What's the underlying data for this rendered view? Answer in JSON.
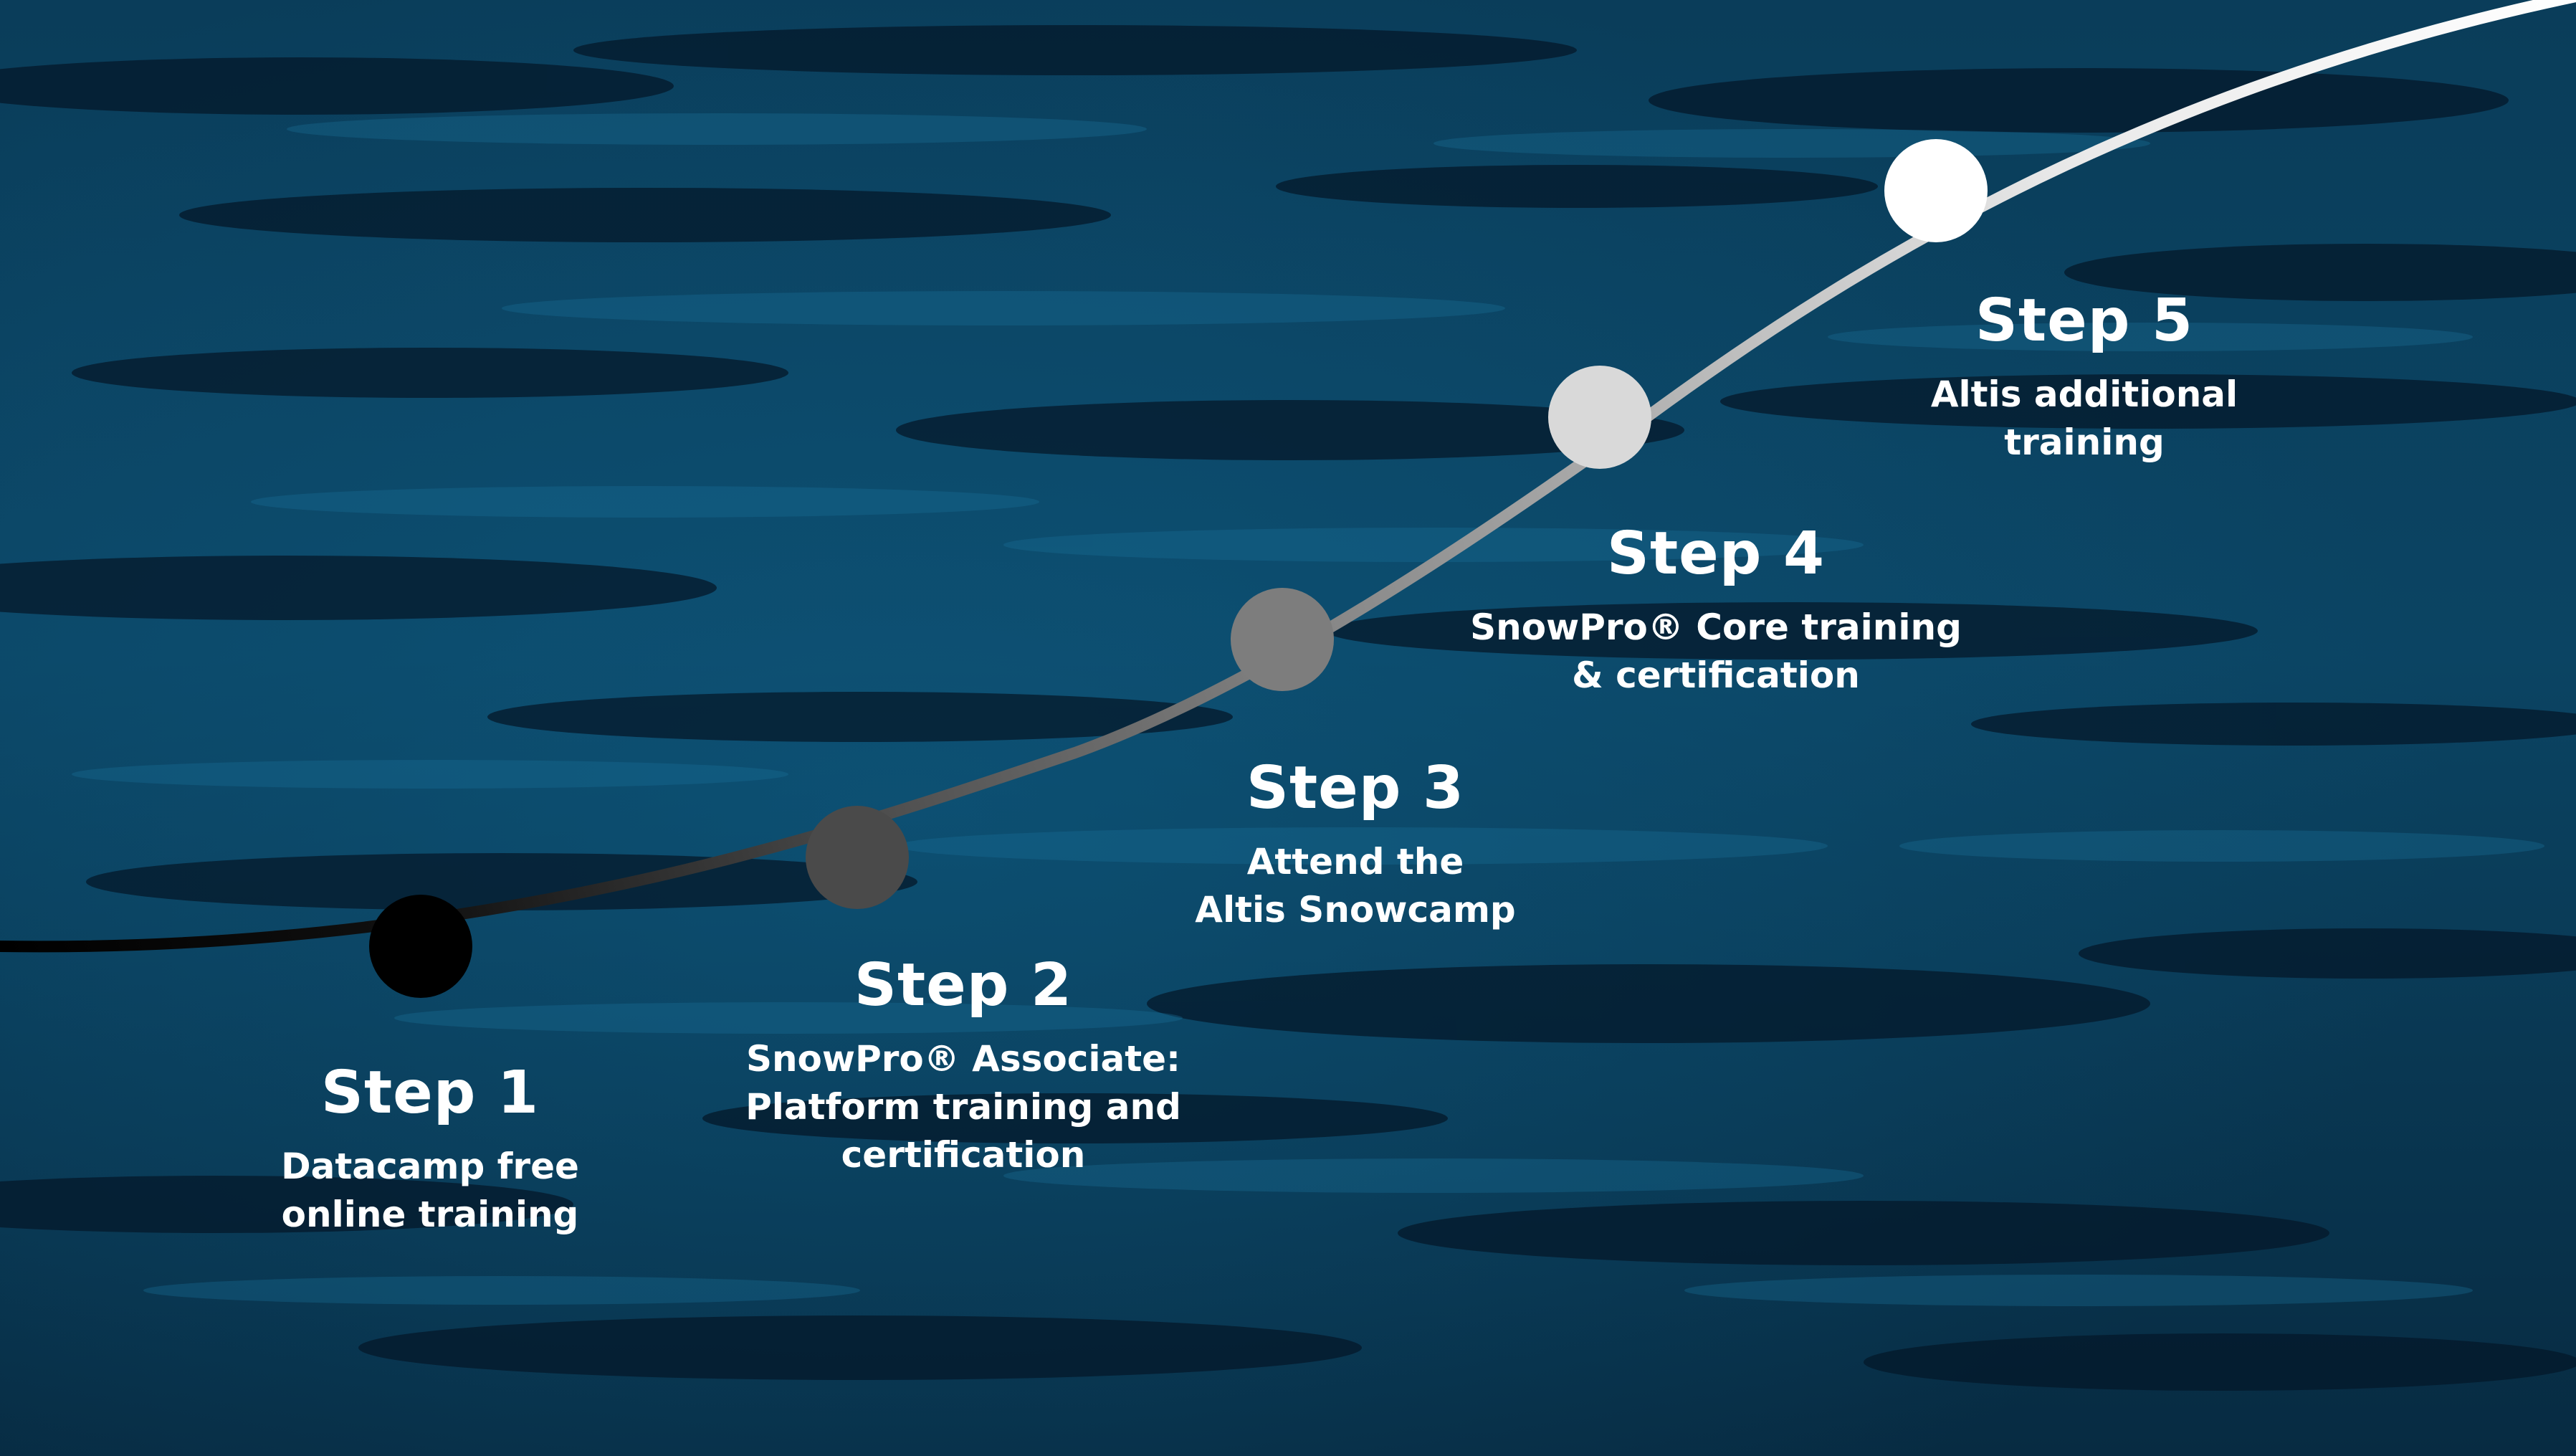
{
  "steps": [
    {
      "title": "Step 1",
      "description": "Datacamp free\nonline training",
      "node_color": "#000000"
    },
    {
      "title": "Step 2",
      "description": "SnowPro® Associate:\nPlatform training and\ncertification",
      "node_color": "#4a4a4a"
    },
    {
      "title": "Step 3",
      "description": "Attend the\nAltis Snowcamp",
      "node_color": "#7d7d7d"
    },
    {
      "title": "Step 4",
      "description": "SnowPro® Core training\n& certification",
      "node_color": "#d9d9d9"
    },
    {
      "title": "Step 5",
      "description": "Altis additional\ntraining",
      "node_color": "#ffffff"
    }
  ],
  "colors": {
    "background": "#06263a",
    "water_highlight": "#0e5a80",
    "text": "#ffffff"
  }
}
